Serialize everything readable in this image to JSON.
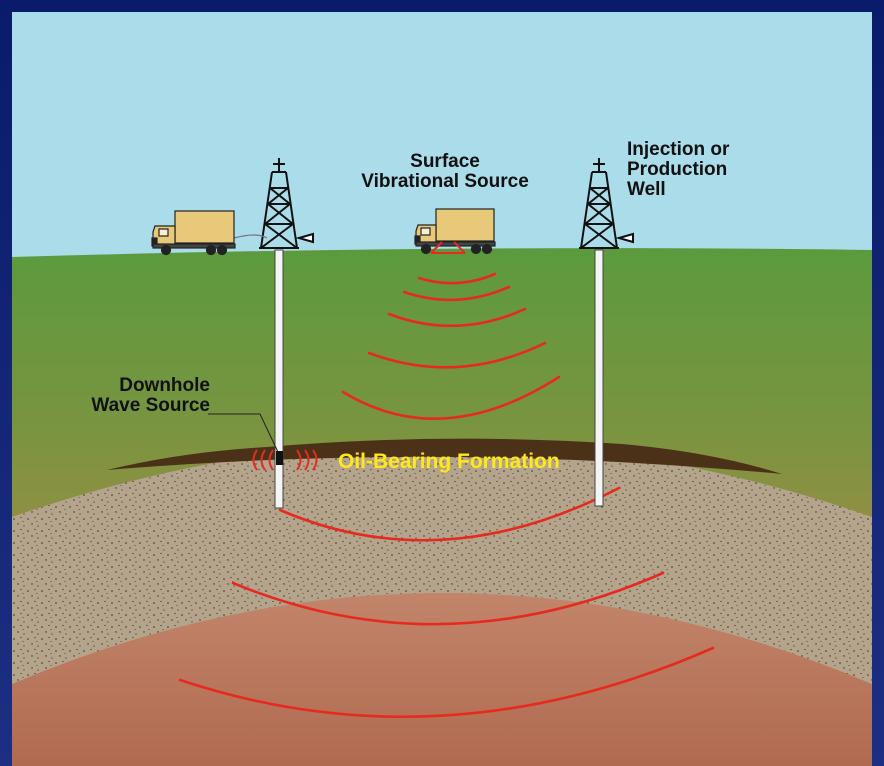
{
  "labels": {
    "surface_source": [
      "Surface",
      "Vibrational Source"
    ],
    "well": [
      "Injection or",
      "Production",
      "Well"
    ],
    "downhole": [
      "Downhole",
      "Wave Source"
    ],
    "formation": "Oil-Bearing Formation"
  },
  "colors": {
    "sky": "#abdcea",
    "ground_top": "#5c9a3e",
    "ground_bottom": "#c8844a",
    "oil_layer": "#4a3118",
    "sand": "#b4a48c",
    "deep_rock": "#b9785a",
    "wave": "#e62a20",
    "truck": "#e8c97a",
    "frame": "#0e1f72"
  },
  "icons": [
    "truck-icon",
    "oil-derrick-icon",
    "seismic-wave-icon"
  ]
}
